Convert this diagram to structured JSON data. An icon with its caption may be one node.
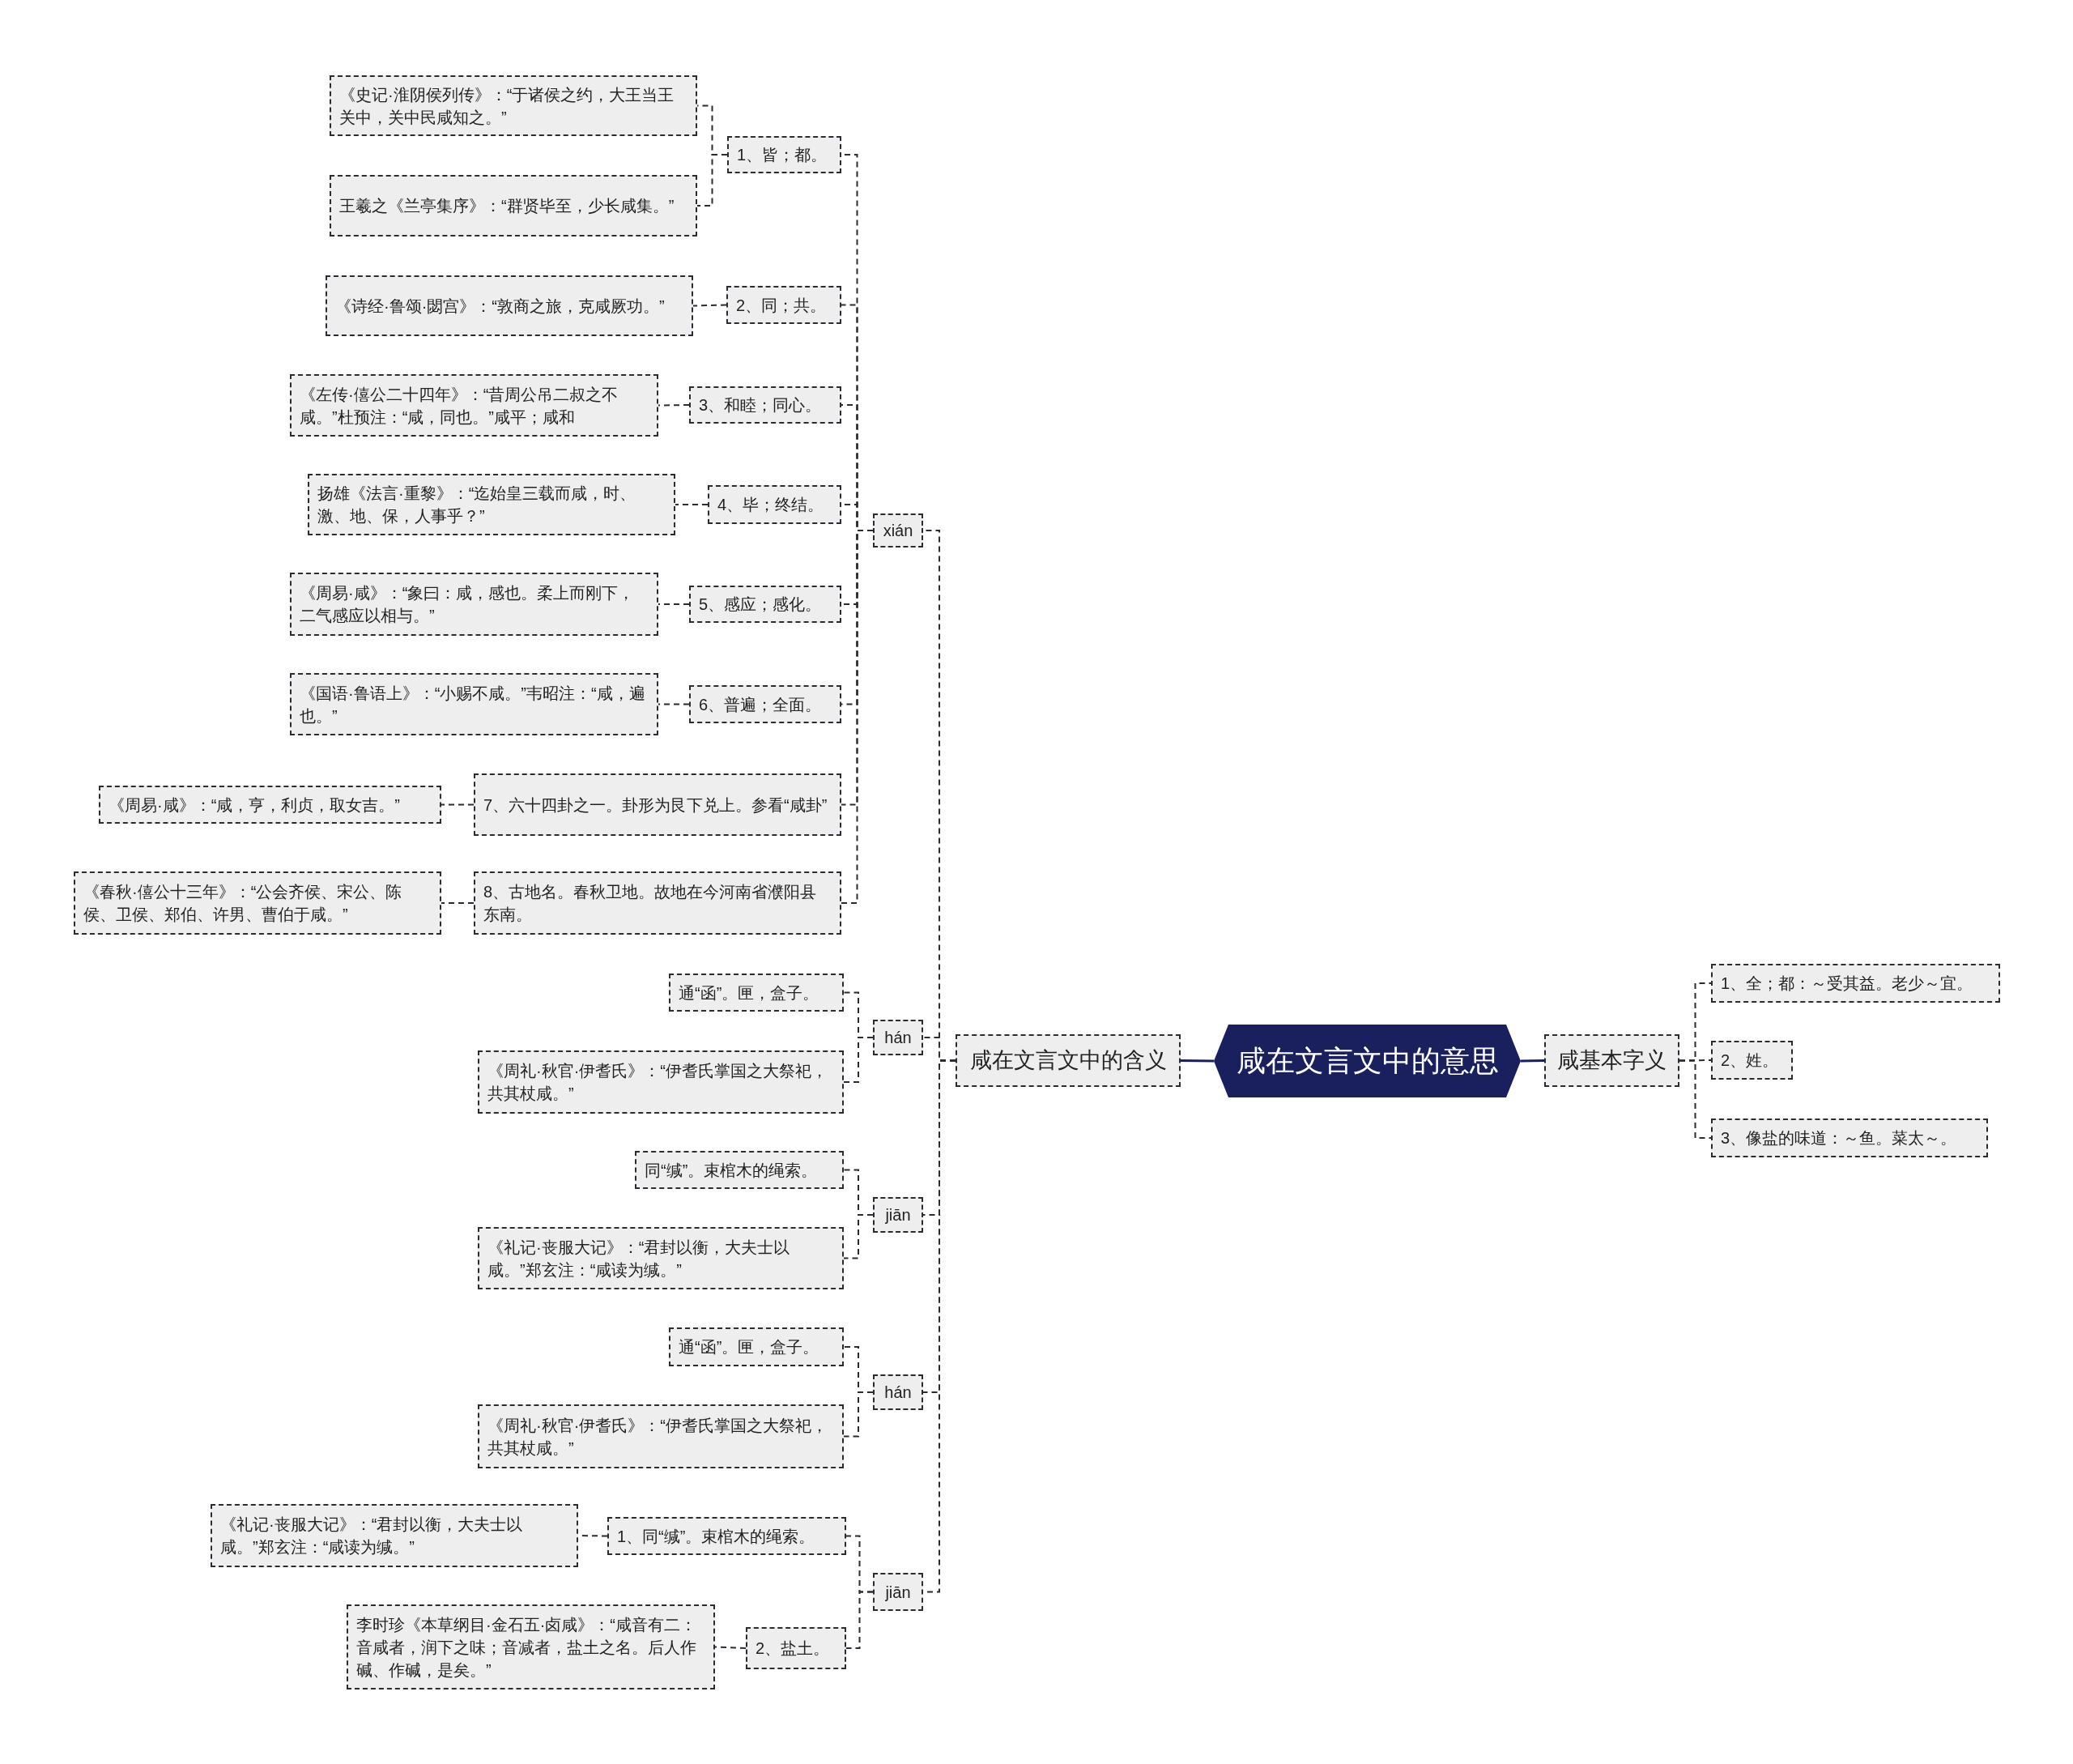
{
  "diagram": {
    "nodes": [
      {
        "text": [
          "咸在文言文中的意思"
        ]
      },
      {
        "text": [
          "咸在文言文中的含义"
        ]
      },
      {
        "text": [
          "咸基本字义"
        ]
      },
      {
        "text": [
          "1、全；都：～受其益。老少～宜。"
        ]
      },
      {
        "text": [
          "2、姓。"
        ]
      },
      {
        "text": [
          "3、像盐的味道：～鱼。菜太～。"
        ]
      },
      {
        "text": [
          "xián"
        ]
      },
      {
        "text": [
          "1、皆；都。"
        ]
      },
      {
        "text": [
          "《史记·淮阴侯列传》：“于诸侯之约，大王当王关中，关中民咸知之。”"
        ]
      },
      {
        "text": [
          "王羲之《兰亭集序》：“群贤毕至，少长咸集。”"
        ]
      },
      {
        "text": [
          "2、同；共。"
        ]
      },
      {
        "text": [
          "《诗经·鲁颂·閟宫》：“敦商之旅，克咸厥功。”"
        ]
      },
      {
        "text": [
          "3、和睦；同心。"
        ]
      },
      {
        "text": [
          "《左传·僖公二十四年》：“昔周公吊二叔之不咸。”杜预注：“咸，同也。”咸平；咸和"
        ]
      },
      {
        "text": [
          "4、毕；终结。"
        ]
      },
      {
        "text": [
          "扬雄《法言·重黎》：“迄始皇三载而咸，时、激、地、保，人事乎？”"
        ]
      },
      {
        "text": [
          "5、感应；感化。"
        ]
      },
      {
        "text": [
          "《周易·咸》：“象曰：咸，感也。柔上而刚下，二气感应以相与。”"
        ]
      },
      {
        "text": [
          "6、普遍；全面。"
        ]
      },
      {
        "text": [
          "《国语·鲁语上》：“小赐不咸。”韦昭注：“咸，遍也。”"
        ]
      },
      {
        "text": [
          "7、六十四卦之一。卦形为艮下兑上。参看“咸卦”"
        ]
      },
      {
        "text": [
          "《周易·咸》：“咸，亨，利贞，取女吉。”"
        ]
      },
      {
        "text": [
          "8、古地名。春秋卫地。故地在今河南省濮阳县东南。"
        ]
      },
      {
        "text": [
          "《春秋·僖公十三年》：“公会齐侯、宋公、陈侯、卫侯、郑伯、许男、曹伯于咸。”"
        ]
      },
      {
        "text": [
          "hán"
        ]
      },
      {
        "text": [
          "通“函”。匣，盒子。"
        ]
      },
      {
        "text": [
          "《周礼·秋官·伊耆氏》：“伊耆氏掌国之大祭祀，共其杖咸。”"
        ]
      },
      {
        "text": [
          "jiān"
        ]
      },
      {
        "text": [
          "同“缄”。束棺木的绳索。"
        ]
      },
      {
        "text": [
          "《礼记·丧服大记》：“君封以衡，大夫士以咸。”郑玄注：“咸读为缄。”"
        ]
      },
      {
        "text": [
          "hán"
        ]
      },
      {
        "text": [
          "通“函”。匣，盒子。"
        ]
      },
      {
        "text": [
          "《周礼·秋官·伊耆氏》：“伊耆氏掌国之大祭祀，共其杖咸。”"
        ]
      },
      {
        "text": [
          "jiān"
        ]
      },
      {
        "text": [
          "1、同“缄”。束棺木的绳索。"
        ]
      },
      {
        "text": [
          "《礼记·丧服大记》：“君封以衡，大夫士以咸。”郑玄注：“咸读为缄。”"
        ]
      },
      {
        "text": [
          "2、盐土。"
        ]
      },
      {
        "text": [
          "李时珍《本草纲目·金石五·卤咸》：“咸音有二：音咸者，润下之味；音减者，盐土之名。后人作碱、作碱，是矣。”"
        ]
      }
    ],
    "edges": [
      {
        "from": 0,
        "to": 1,
        "arrow": "none",
        "color": "#1a1f5e"
      },
      {
        "from": 0,
        "to": 2,
        "arrow": "none",
        "color": "#1a1f5e"
      },
      {
        "from": 2,
        "to": 3,
        "arrow": "none",
        "style": "dashed"
      },
      {
        "from": 2,
        "to": 4,
        "arrow": "none",
        "style": "dashed"
      },
      {
        "from": 2,
        "to": 5,
        "arrow": "none",
        "style": "dashed"
      },
      {
        "from": 1,
        "to": 6,
        "arrow": "none",
        "style": "dashed"
      },
      {
        "from": 1,
        "to": 24,
        "arrow": "none",
        "style": "dashed"
      },
      {
        "from": 1,
        "to": 27,
        "arrow": "none",
        "style": "dashed"
      },
      {
        "from": 1,
        "to": 30,
        "arrow": "none",
        "style": "dashed"
      },
      {
        "from": 1,
        "to": 33,
        "arrow": "none",
        "style": "dashed"
      },
      {
        "from": 6,
        "to": 7,
        "arrow": "none",
        "style": "dashed"
      },
      {
        "from": 6,
        "to": 10,
        "arrow": "none",
        "style": "dashed"
      },
      {
        "from": 6,
        "to": 12,
        "arrow": "none",
        "style": "dashed"
      },
      {
        "from": 6,
        "to": 14,
        "arrow": "none",
        "style": "dashed"
      },
      {
        "from": 6,
        "to": 16,
        "arrow": "none",
        "style": "dashed"
      },
      {
        "from": 6,
        "to": 18,
        "arrow": "none",
        "style": "dashed"
      },
      {
        "from": 6,
        "to": 20,
        "arrow": "none",
        "style": "dashed"
      },
      {
        "from": 6,
        "to": 22,
        "arrow": "none",
        "style": "dashed"
      },
      {
        "from": 7,
        "to": 8,
        "arrow": "none",
        "style": "dashed"
      },
      {
        "from": 7,
        "to": 9,
        "arrow": "none",
        "style": "dashed"
      },
      {
        "from": 10,
        "to": 11,
        "arrow": "none",
        "style": "dashed"
      },
      {
        "from": 12,
        "to": 13,
        "arrow": "none",
        "style": "dashed"
      },
      {
        "from": 14,
        "to": 15,
        "arrow": "none",
        "style": "dashed"
      },
      {
        "from": 16,
        "to": 17,
        "arrow": "none",
        "style": "dashed"
      },
      {
        "from": 18,
        "to": 19,
        "arrow": "none",
        "style": "dashed"
      },
      {
        "from": 20,
        "to": 21,
        "arrow": "none",
        "style": "dashed"
      },
      {
        "from": 22,
        "to": 23,
        "arrow": "none",
        "style": "dashed"
      },
      {
        "from": 24,
        "to": 25,
        "arrow": "none",
        "style": "dashed"
      },
      {
        "from": 24,
        "to": 26,
        "arrow": "none",
        "style": "dashed"
      },
      {
        "from": 27,
        "to": 28,
        "arrow": "none",
        "style": "dashed"
      },
      {
        "from": 27,
        "to": 29,
        "arrow": "none",
        "style": "dashed"
      },
      {
        "from": 30,
        "to": 31,
        "arrow": "none",
        "style": "dashed"
      },
      {
        "from": 30,
        "to": 32,
        "arrow": "none",
        "style": "dashed"
      },
      {
        "from": 33,
        "to": 34,
        "arrow": "none",
        "style": "dashed"
      },
      {
        "from": 33,
        "to": 36,
        "arrow": "none",
        "style": "dashed"
      },
      {
        "from": 34,
        "to": 35,
        "arrow": "none",
        "style": "dashed"
      },
      {
        "from": 36,
        "to": 37,
        "arrow": "none",
        "style": "dashed"
      }
    ]
  }
}
